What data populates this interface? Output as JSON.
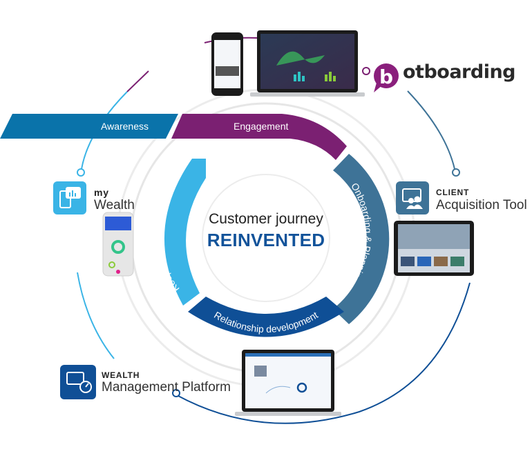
{
  "center": {
    "title": "Customer journey",
    "subtitle": "REINVENTED"
  },
  "stages": [
    {
      "id": "awareness",
      "label": "Awareness",
      "color": "#0a73aa"
    },
    {
      "id": "engagement",
      "label": "Engagement",
      "color": "#7b2072"
    },
    {
      "id": "onboarding",
      "label": "Onboarding & Planning",
      "color": "#3e7397"
    },
    {
      "id": "relationship-development",
      "label": "Relationship development",
      "color": "#0f4f96"
    },
    {
      "id": "keeping-alive",
      "label": "Keeping the relationship alive",
      "color": "#3ab4e6"
    }
  ],
  "products": {
    "botboarding": {
      "logo_letter": "b",
      "name": "otboarding",
      "color": "#8a1f7c"
    },
    "client_acquisition": {
      "kicker": "CLIENT",
      "name": "Acquisition Tool",
      "color": "#3e7397"
    },
    "my_wealth": {
      "kicker": "my",
      "name": "Wealth",
      "color": "#3ab4e6"
    },
    "wealth_management": {
      "kicker": "WEALTH",
      "name": "Management Platform",
      "color": "#0f4f96"
    }
  },
  "colors": {
    "ring_gray": "#e3e3e3",
    "connector_purple": "#7b2072",
    "connector_blue": "#3e7397",
    "connector_light": "#3ab4e6",
    "connector_dark": "#0f4f96"
  }
}
